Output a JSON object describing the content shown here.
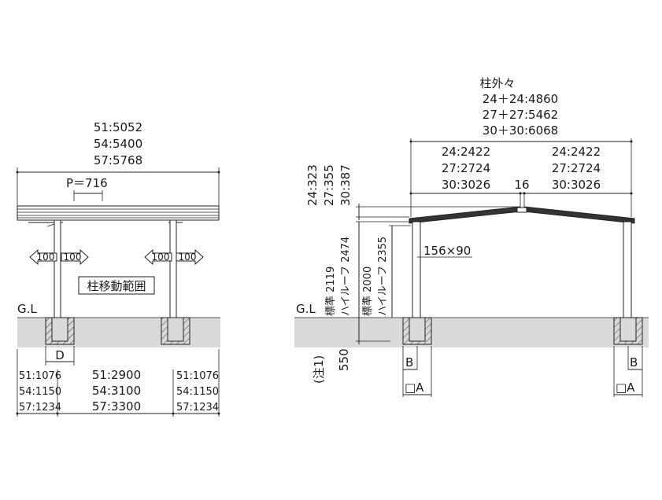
{
  "side_view": {
    "overall_width": [
      "51:5052",
      "54:5400",
      "57:5768"
    ],
    "pitch_label": "P＝716",
    "arrow_left_1": "100",
    "arrow_right_1": "100",
    "arrow_left_2": "100",
    "arrow_right_2": "100",
    "post_range_label": "柱移動範囲",
    "ground_label": "G.L",
    "d_label": "D",
    "left_offsets": [
      "51:1076",
      "54:1150",
      "57:1234"
    ],
    "center_span": [
      "51:2900",
      "54:3100",
      "57:3300"
    ],
    "right_offsets": [
      "51:1076",
      "54:1150",
      "57:1234"
    ]
  },
  "front_view": {
    "outer_title": "柱外々",
    "outer_widths": [
      "24＋24:4860",
      "27＋27:5462",
      "30＋30:6068"
    ],
    "half_width_left": [
      "24:2422",
      "27:2724",
      "30:3026"
    ],
    "half_width_right": [
      "24:2422",
      "27:2724",
      "30:3026"
    ],
    "gap_label": "16",
    "rise_heights": [
      "24:323",
      "27:355",
      "30:387"
    ],
    "post_size": "156×90",
    "height_outer": [
      "標準 2119",
      "ハイルーフ 2474"
    ],
    "height_inner": [
      "標準 2000",
      "ハイルーフ 2355"
    ],
    "ground_label": "G.L",
    "depth_label": [
      "(注1)",
      "550"
    ],
    "b_left": "B",
    "a_left": "□A",
    "b_right": "B",
    "a_right": "□A"
  }
}
